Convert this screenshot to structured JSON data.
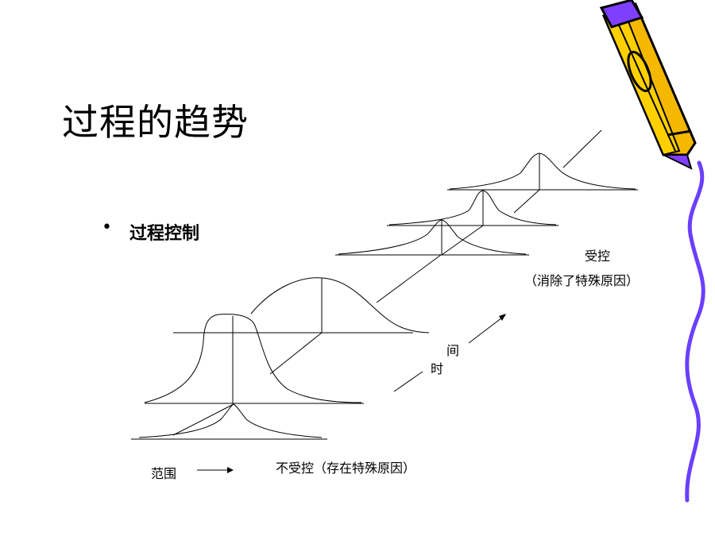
{
  "slide": {
    "title": "过程的趋势",
    "bullet": "过程控制"
  },
  "diagram": {
    "in_control_label": "受控",
    "in_control_note": "（消除了特殊原因）",
    "out_of_control_label": "不受控（存在特殊原因）",
    "time_char_1": "间",
    "time_char_2": "时",
    "range_label": "范围"
  },
  "colors": {
    "pencil_body": "#f5b800",
    "pencil_tip": "#7f3fff",
    "wavy_border": "#6a3fff"
  },
  "icons": [
    "pencil-icon"
  ]
}
